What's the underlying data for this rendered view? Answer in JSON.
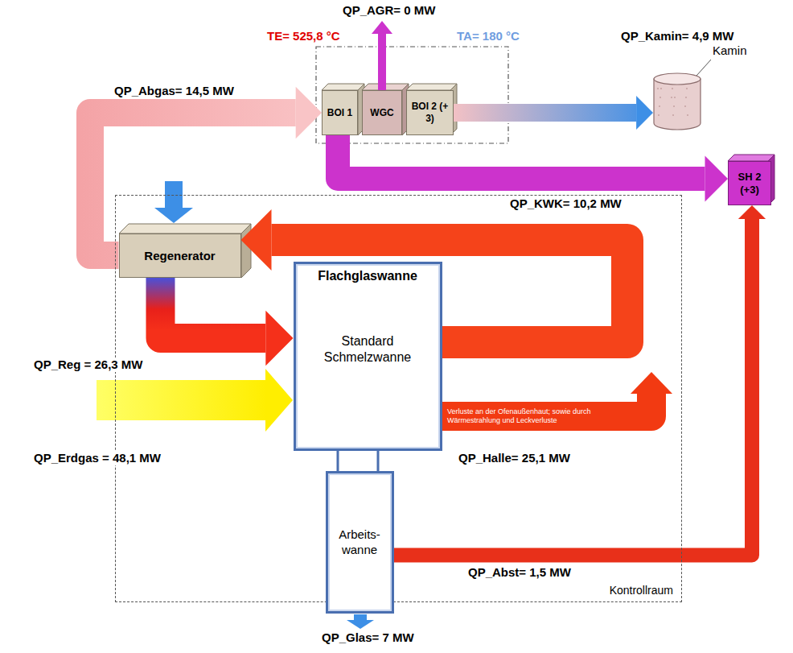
{
  "diagram": {
    "nodes": [
      {
        "text": [
          "Kontrollraum"
        ]
      },
      {
        "text": [
          "Regenerator"
        ],
        "in": 0
      },
      {
        "text": [
          "Flachglaswanne",
          "Standard Schmelzwanne"
        ],
        "in": 0
      },
      {
        "text": [
          "Arbeits- wanne"
        ],
        "in": 0
      },
      {
        "text": [
          "BOI 1"
        ]
      },
      {
        "text": [
          "WGC"
        ]
      },
      {
        "text": [
          "BOI 2 (+ 3)"
        ]
      },
      {
        "text": [
          "Kamin"
        ]
      },
      {
        "text": [
          "SH 2 (+3)"
        ]
      }
    ],
    "edges": [
      {
        "from": 1,
        "to": 4,
        "arrow": "to",
        "label": "QP_Abgas= 14,5 MW"
      },
      {
        "from": 2,
        "to": 1,
        "arrow": "to"
      },
      {
        "from": 1,
        "to": 2,
        "arrow": "to",
        "label": "QP_Reg = 26,3 MW"
      },
      {
        "from": 4,
        "to": 8,
        "arrow": "to",
        "label": "QP_KWK= 10,2 MW"
      },
      {
        "from": 6,
        "to": 7,
        "arrow": "to",
        "label": "QP_Kamin= 4,9 MW"
      },
      {
        "from": 3,
        "to": 8,
        "arrow": "to",
        "label": "QP_Abst= 1,5 MW"
      }
    ],
    "labels": [
      "QP_AGR= 0 MW",
      "TE= 525,8 °C",
      "TA= 180 °C",
      "QP_Erdgas = 48,1 MW",
      "Verluste an der Ofenaußenhaut; sowie durch Wärmestrahlung und Leckverluste",
      "QP_Halle= 25,1 MW",
      "QP_Glas= 7 MW"
    ]
  }
}
